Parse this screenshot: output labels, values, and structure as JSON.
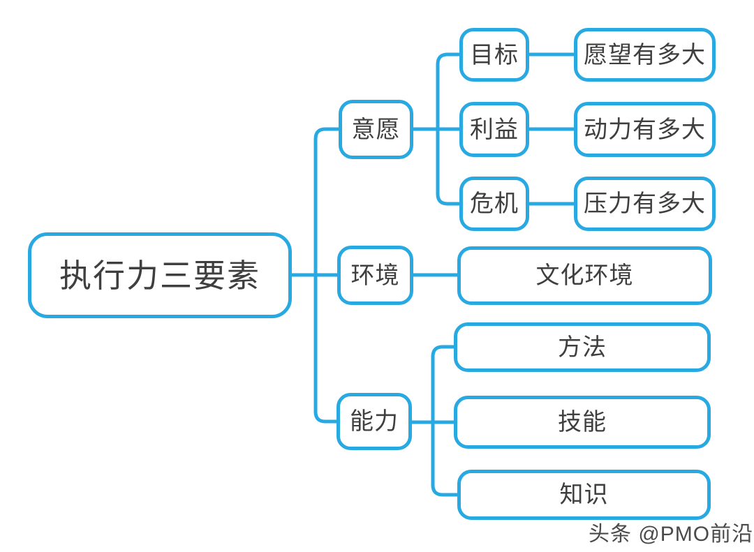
{
  "colors": {
    "accent": "#29a9e2",
    "text": "#3f3f3f",
    "background": "#ffffff",
    "watermark_text": "#4a4a4a"
  },
  "mindmap": {
    "root": {
      "label": "执行力三要素"
    },
    "branches": [
      {
        "label": "意愿",
        "children": [
          {
            "label": "目标",
            "detail": "愿望有多大"
          },
          {
            "label": "利益",
            "detail": "动力有多大"
          },
          {
            "label": "危机",
            "detail": "压力有多大"
          }
        ]
      },
      {
        "label": "环境",
        "children": [
          {
            "label": "文化环境"
          }
        ]
      },
      {
        "label": "能力",
        "children": [
          {
            "label": "方法"
          },
          {
            "label": "技能"
          },
          {
            "label": "知识"
          }
        ]
      }
    ]
  },
  "watermark": {
    "label": "头条 @PMO前沿"
  }
}
